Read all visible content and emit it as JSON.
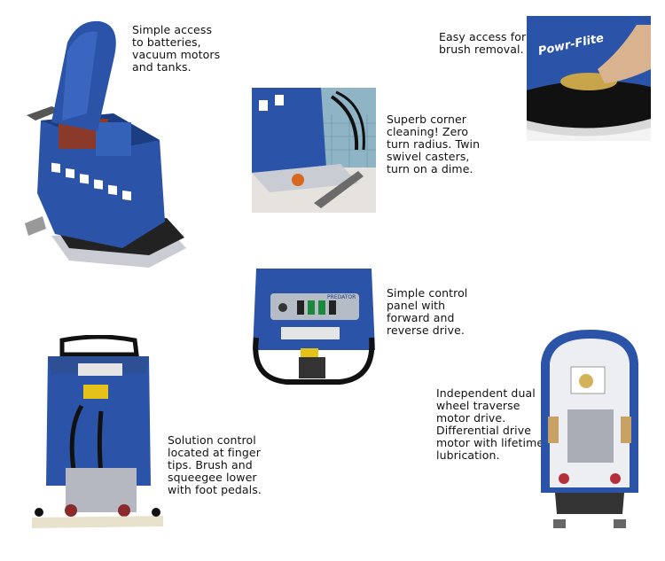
{
  "captions": {
    "batteries": "Simple access\nto batteries,\nvacuum motors\nand tanks.",
    "brush": "Easy access for\nbrush removal.",
    "corner": "Superb corner\ncleaning! Zero\nturn radius. Twin\nswivel casters,\nturn on a dime.",
    "control_panel": "Simple control\npanel with\nforward and\nreverse drive.",
    "drive": "Independent dual\nwheel traverse\nmotor drive.\nDifferential drive\nmotor with lifetime\nlubrication.",
    "solution": "Solution control\nlocated at finger\ntips. Brush and\nsqueegee lower\nwith foot pedals."
  },
  "logo_text": "Powr-Flite",
  "panel_text": "PREDATOR",
  "colors": {
    "machine_blue": "#2b54a8",
    "machine_dark": "#1d3d82",
    "base_gray": "#c9ccd2"
  }
}
